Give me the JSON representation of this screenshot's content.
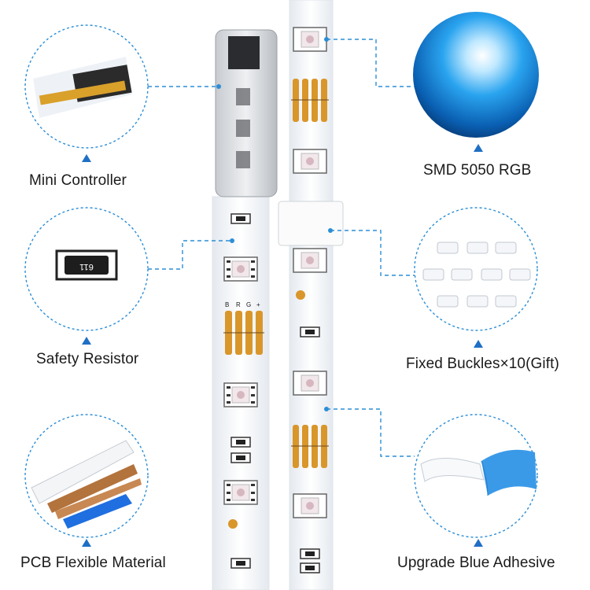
{
  "colors": {
    "accent": "#2c8ed6",
    "marker": "#1f6fc5",
    "copper": "#d9962a",
    "strip": "#f3f6f9"
  },
  "features": [
    {
      "id": "mini-controller",
      "label": "Mini Controller",
      "icon": "controller-closeup"
    },
    {
      "id": "safety-resistor",
      "label": "Safety Resistor",
      "icon": "resistor-closeup",
      "resistor_code": "611"
    },
    {
      "id": "pcb-flexible",
      "label": "PCB Flexible Material",
      "icon": "pcb-layers-closeup"
    },
    {
      "id": "smd-5050",
      "label": "SMD 5050 RGB",
      "icon": "blue-led-glow"
    },
    {
      "id": "fixed-buckles",
      "label": "Fixed Buckles×10(Gift)",
      "icon": "buckle-clips"
    },
    {
      "id": "blue-adhesive",
      "label": "Upgrade Blue Adhesive",
      "icon": "adhesive-tape-peel"
    }
  ],
  "pad_letters": [
    "B",
    "R",
    "G",
    "+"
  ]
}
